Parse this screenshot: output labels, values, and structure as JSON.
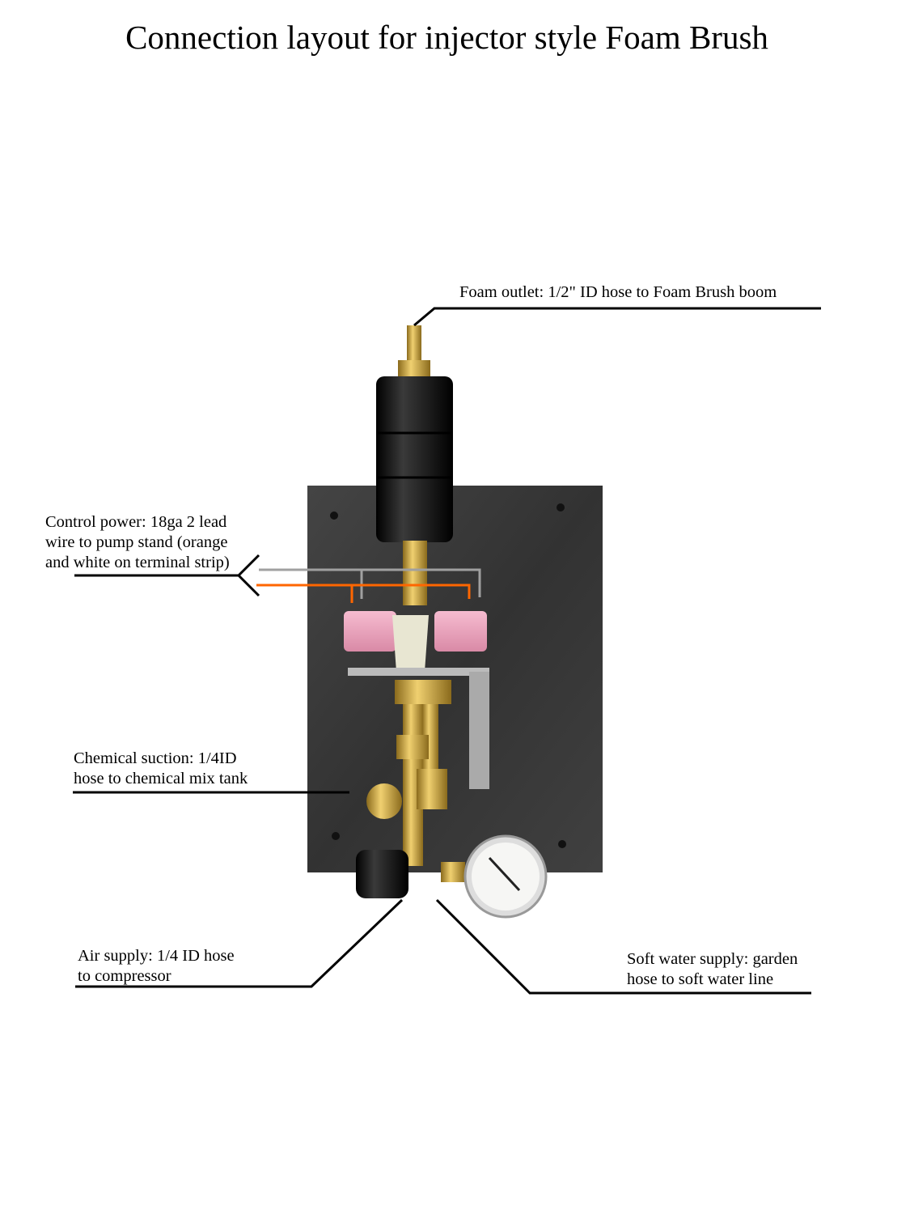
{
  "title": "Connection layout for injector style Foam Brush",
  "callouts": {
    "foam_outlet": "Foam outlet: 1/2\" ID hose to Foam Brush boom",
    "control_power": [
      "Control power: 18ga 2 lead",
      "wire to pump stand (orange",
      "and white on terminal strip)"
    ],
    "chemical_suction": [
      "Chemical suction: 1/4ID",
      "hose to chemical mix tank"
    ],
    "air_supply": [
      "Air supply: 1/4 ID hose",
      "to compressor"
    ],
    "soft_water": [
      "Soft water supply: garden",
      "hose to soft water line"
    ]
  },
  "colors": {
    "wire_white": "#a0a0a0",
    "wire_orange": "#ff6600",
    "board": "#3a3a3a",
    "brass": "#c9a23c",
    "solenoid": "#f0a8c0"
  }
}
